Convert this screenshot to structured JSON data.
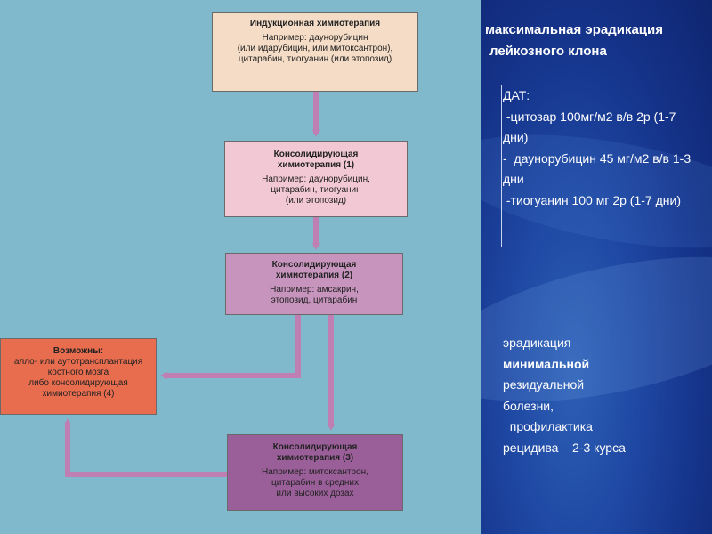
{
  "diagram": {
    "induction": {
      "title": "Индукционная химиотерапия",
      "lines": [
        "Например: даунорубицин",
        "(или идарубицин, или митоксантрон),",
        "цитарабин, тиогуанин (или этопозид)"
      ]
    },
    "consolidation1": {
      "title_lines": [
        "Консолидирующая",
        "химиотерапия (1)"
      ],
      "lines": [
        "Например: даунорубицин,",
        "цитарабин, тиогуанин",
        "(или этопозид)"
      ]
    },
    "consolidation2": {
      "title_lines": [
        "Консолидирующая",
        "химиотерапия (2)"
      ],
      "lines": [
        "Например: амсакрин,",
        "этопозид, цитарабин"
      ]
    },
    "consolidation3": {
      "title_lines": [
        "Консолидирующая",
        "химиотерапия (3)"
      ],
      "lines": [
        "Например: митоксантрон,",
        "цитарабин в средних",
        "или высоких дозах"
      ]
    },
    "possible": {
      "title": "Возможны:",
      "lines": [
        "алло- или аутотрансплантация",
        "костного мозга",
        "либо консолидирующая",
        "химиотерапия (4)"
      ]
    }
  },
  "right_panel": {
    "title_lines": [
      "максимальная эрадикация",
      "лейкозного клона"
    ],
    "dat_lines": [
      "ДАТ:",
      " -цитозар 100мг/м2 в/в 2р (1-7 дни)",
      "-  даунорубицин 45 мг/м2 в/в 1-3 дни",
      " -тиогуанин 100 мг 2р (1-7 дни)"
    ],
    "erad_lines": [
      "эрадикация",
      "минимальной",
      "резидуальной",
      "болезни,",
      "  профилактика",
      "рецидива – 2-3 курса"
    ]
  },
  "colors": {
    "left_bg": "#7fb9cb",
    "induction": "#f4dcc6",
    "consolidation1": "#f2c8d4",
    "consolidation2": "#c694bd",
    "consolidation3": "#9a5f99",
    "possible": "#e86d4f",
    "arrow": "#c07fb3"
  }
}
